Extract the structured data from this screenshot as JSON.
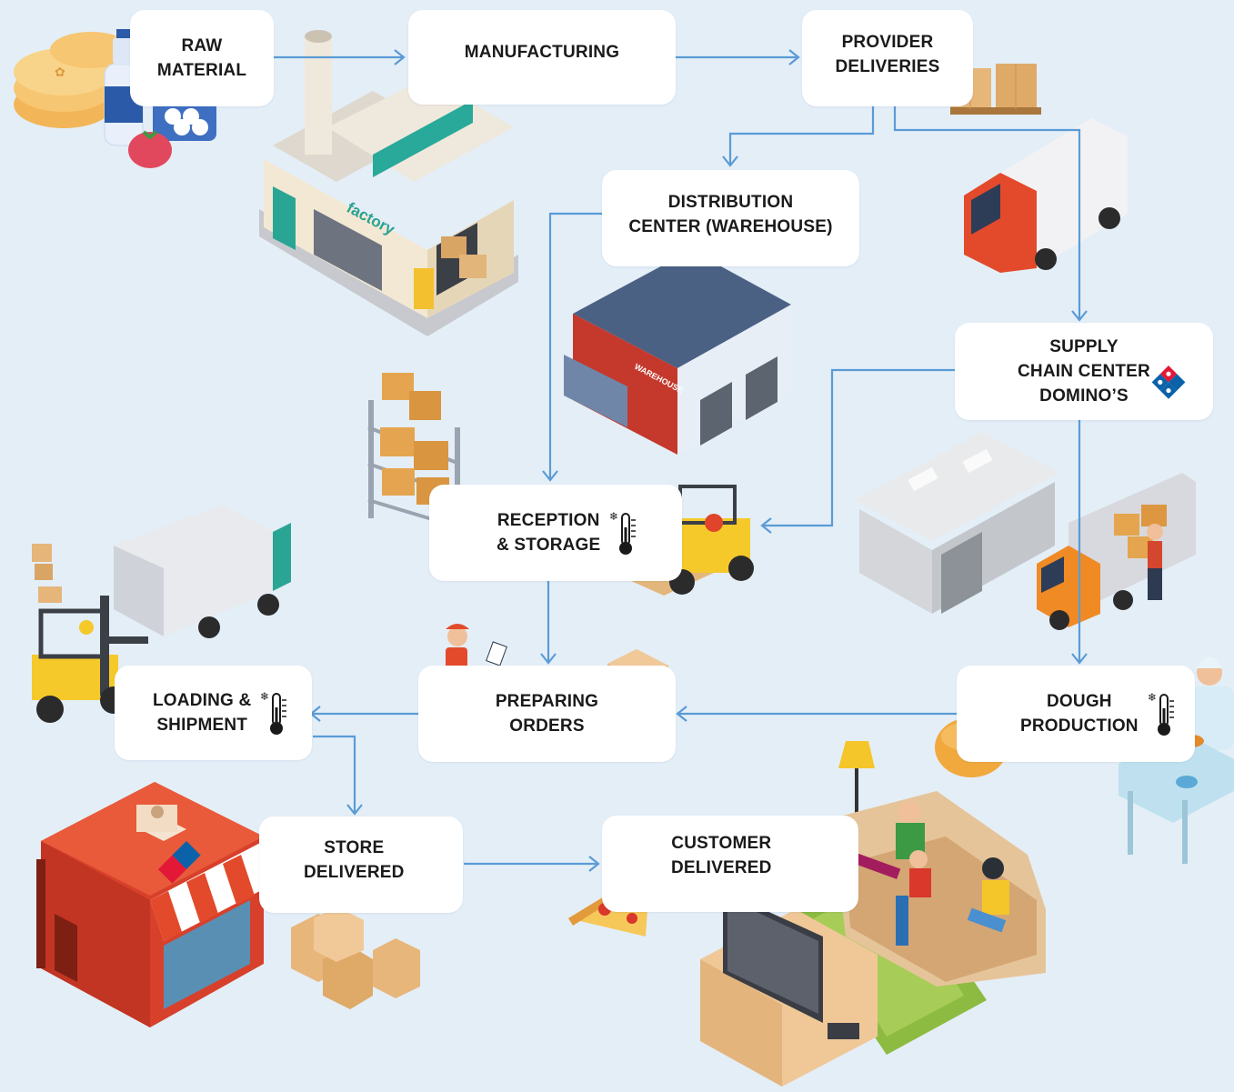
{
  "colors": {
    "background": "#e4eef7",
    "box": "#ffffff",
    "arrow": "#5a9bd6",
    "text": "#1a1a1a",
    "dominos_blue": "#0b62a8",
    "dominos_red": "#e31837"
  },
  "nodes": {
    "raw_material": {
      "label": "RAW\nMATERIAL"
    },
    "manufacturing": {
      "label": "MANUFACTURING"
    },
    "provider_deliveries": {
      "label": "PROVIDER\nDELIVERIES"
    },
    "distribution_center": {
      "label": "DISTRIBUTION\nCENTER (WAREHOUSE)"
    },
    "supply_chain_center": {
      "label": "SUPPLY\nCHAIN CENTER\nDOMINO’S"
    },
    "reception_storage": {
      "label": "RECEPTION\n& STORAGE"
    },
    "dough_production": {
      "label": "DOUGH\nPRODUCTION"
    },
    "preparing_orders": {
      "label": "PREPARING\nORDERS"
    },
    "loading_shipment": {
      "label": "LOADING &\nSHIPMENT"
    },
    "store_delivered": {
      "label": "STORE\nDELIVERED"
    },
    "customer_delivered": {
      "label": "CUSTOMER\nDELIVERED"
    }
  },
  "icons": {
    "temperature": "thermometer-snowflake-icon",
    "dominos": "dominos-logo-icon",
    "illustrations": [
      "raw-ingredients",
      "factory",
      "pallet-boxes",
      "delivery-truck",
      "warehouse",
      "shelving-boxes",
      "forklift",
      "supply-chain-building",
      "loading-truck",
      "worker-clipboard",
      "cardboard-box",
      "chef",
      "dough-ball",
      "cargo-truck",
      "pizza-store",
      "stacked-boxes",
      "pizza-slice",
      "family-living-room"
    ]
  },
  "building_signs": {
    "factory": "factory",
    "warehouse": "WAREHOUSE"
  }
}
